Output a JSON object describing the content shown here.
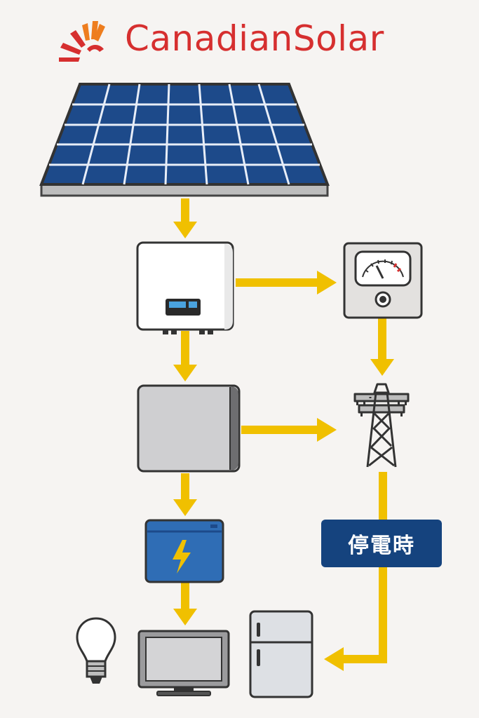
{
  "header": {
    "brand_name": "CanadianSolar",
    "logo_icon": "sun-rays-logo-icon",
    "brand_color": "#d62f2f"
  },
  "diagram": {
    "outage_label": "停電時",
    "arrow_color": "#f0c000",
    "label_color": "#15437e",
    "components": [
      {
        "name": "solar-panel",
        "icon": "solar-panel-icon"
      },
      {
        "name": "power-conditioner",
        "icon": "inverter-icon"
      },
      {
        "name": "electricity-meter",
        "icon": "meter-icon"
      },
      {
        "name": "distribution-board",
        "icon": "cabinet-icon"
      },
      {
        "name": "power-grid",
        "icon": "transmission-tower-icon"
      },
      {
        "name": "storage-battery",
        "icon": "battery-icon"
      },
      {
        "name": "light-bulb",
        "icon": "light-bulb-icon"
      },
      {
        "name": "television",
        "icon": "tv-icon"
      },
      {
        "name": "refrigerator",
        "icon": "refrigerator-icon"
      }
    ]
  }
}
